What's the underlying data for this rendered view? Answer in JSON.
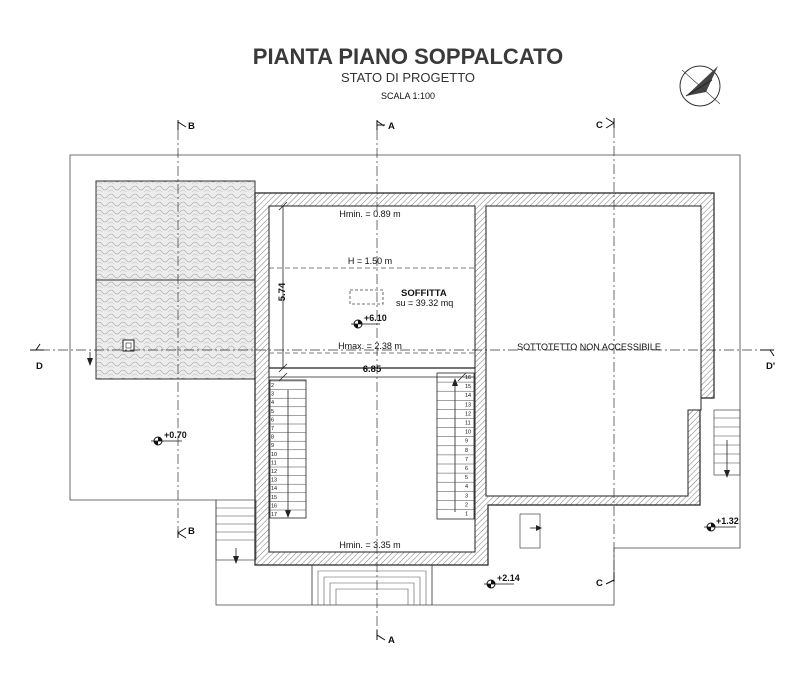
{
  "header": {
    "title": "PIANTA PIANO SOPPALCATO",
    "subtitle": "STATO DI PROGETTO",
    "scale": "SCALA 1:100"
  },
  "sections": {
    "a": "A",
    "b": "B",
    "c": "C",
    "d": "D",
    "d_prime": "D'"
  },
  "rooms": {
    "soffitta_name": "SOFFITTA",
    "soffitta_area": "su = 39.32 mq",
    "sottotetto": "SOTTOTETTO NON ACCESSIBILE"
  },
  "heights": {
    "hmin_top": "Hmin. = 0.89 m",
    "h_mid": "H = 1.50 m",
    "hmax": "Hmax. = 2.38 m",
    "hmin_bottom": "Hmin. = 3.35 m"
  },
  "dimensions": {
    "vertical": "5.74",
    "horizontal": "6.85"
  },
  "levels": {
    "soffitta": "+6.10",
    "left": "+0.70",
    "right": "+1.32",
    "bottom": "+2.14"
  },
  "stairs": {
    "left_steps": [
      "2",
      "3",
      "4",
      "5",
      "6",
      "7",
      "8",
      "9",
      "10",
      "11",
      "12",
      "13",
      "14",
      "15",
      "16",
      "17"
    ],
    "right_steps": [
      "16",
      "15",
      "14",
      "13",
      "12",
      "11",
      "10",
      "9",
      "8",
      "7",
      "6",
      "5",
      "4",
      "3",
      "2",
      "1"
    ]
  }
}
